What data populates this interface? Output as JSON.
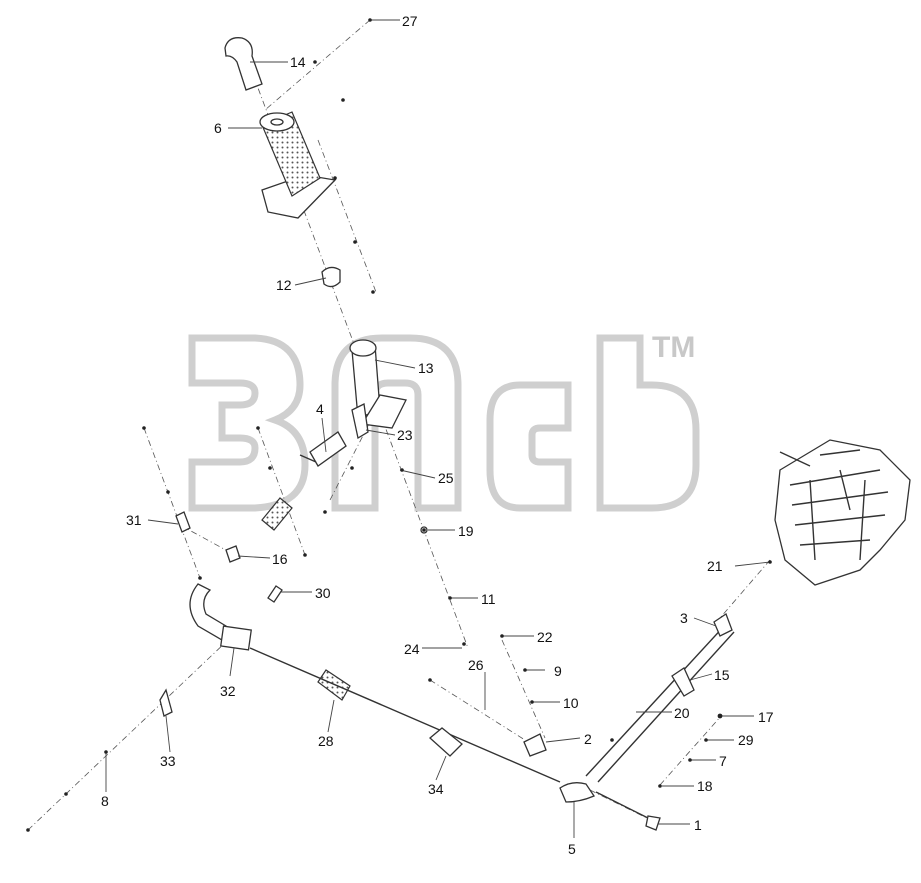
{
  "watermark": {
    "trademark": "TM"
  },
  "callouts": {
    "c1": "1",
    "c2": "2",
    "c3": "3",
    "c4": "4",
    "c5": "5",
    "c6": "6",
    "c7": "7",
    "c8": "8",
    "c9": "9",
    "c10": "10",
    "c11": "11",
    "c12": "12",
    "c13": "13",
    "c14": "14",
    "c15": "15",
    "c16": "16",
    "c17": "17",
    "c18": "18",
    "c19": "19",
    "c20": "20",
    "c21": "21",
    "c22": "22",
    "c23": "23",
    "c24": "24",
    "c25": "25",
    "c26": "26",
    "c27": "27",
    "c28": "28",
    "c29": "29",
    "c30": "30",
    "c31": "31",
    "c32": "32",
    "c33": "33",
    "c34": "34"
  }
}
